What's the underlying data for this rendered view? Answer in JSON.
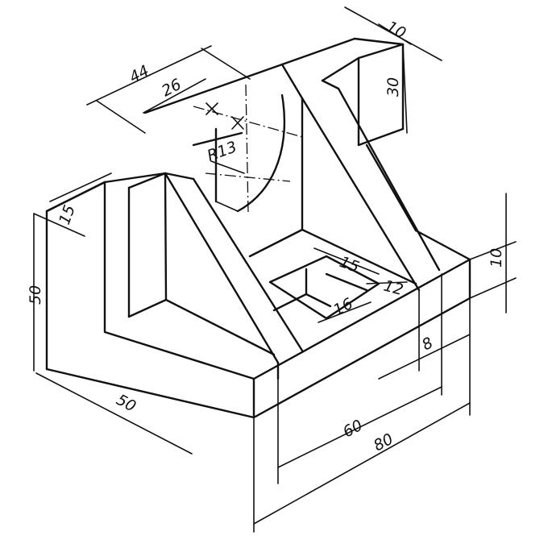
{
  "dimensions": {
    "d44": "44",
    "d26": "26",
    "d10_top": "10",
    "d30": "30",
    "r13": "R13",
    "d15_left": "15",
    "d50_height": "50",
    "d50_depth": "50",
    "d15_slot": "15",
    "d12": "12",
    "d16": "16",
    "d10_right": "10",
    "d8": "8",
    "d60": "60",
    "d80": "80"
  }
}
